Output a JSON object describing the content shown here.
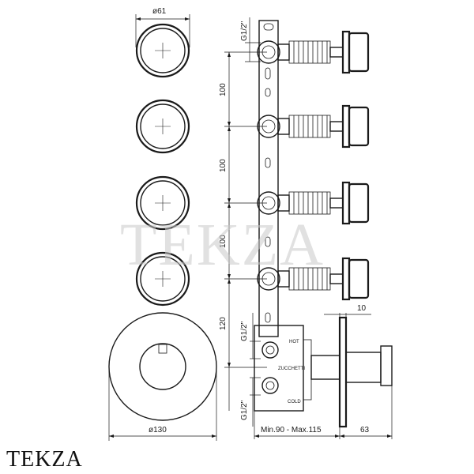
{
  "dimensions": {
    "knob_diameter": "ø61",
    "plate_diameter": "ø130",
    "thread_top": "G1/2\"",
    "thread_mid": "G1/2\"",
    "thread_bottom": "G1/2\"",
    "spacing_1": "100",
    "spacing_2": "100",
    "spacing_3": "100",
    "spacing_4": "120",
    "depth_range": "Min.90 - Max.115",
    "handle_depth": "63",
    "plate_thickness": "10"
  },
  "body_labels": {
    "hot": "HOT",
    "cold": "COLD",
    "brand_mark": "ZUCCHETTI"
  },
  "watermark": "TEKZA",
  "brand": "TEKZA"
}
